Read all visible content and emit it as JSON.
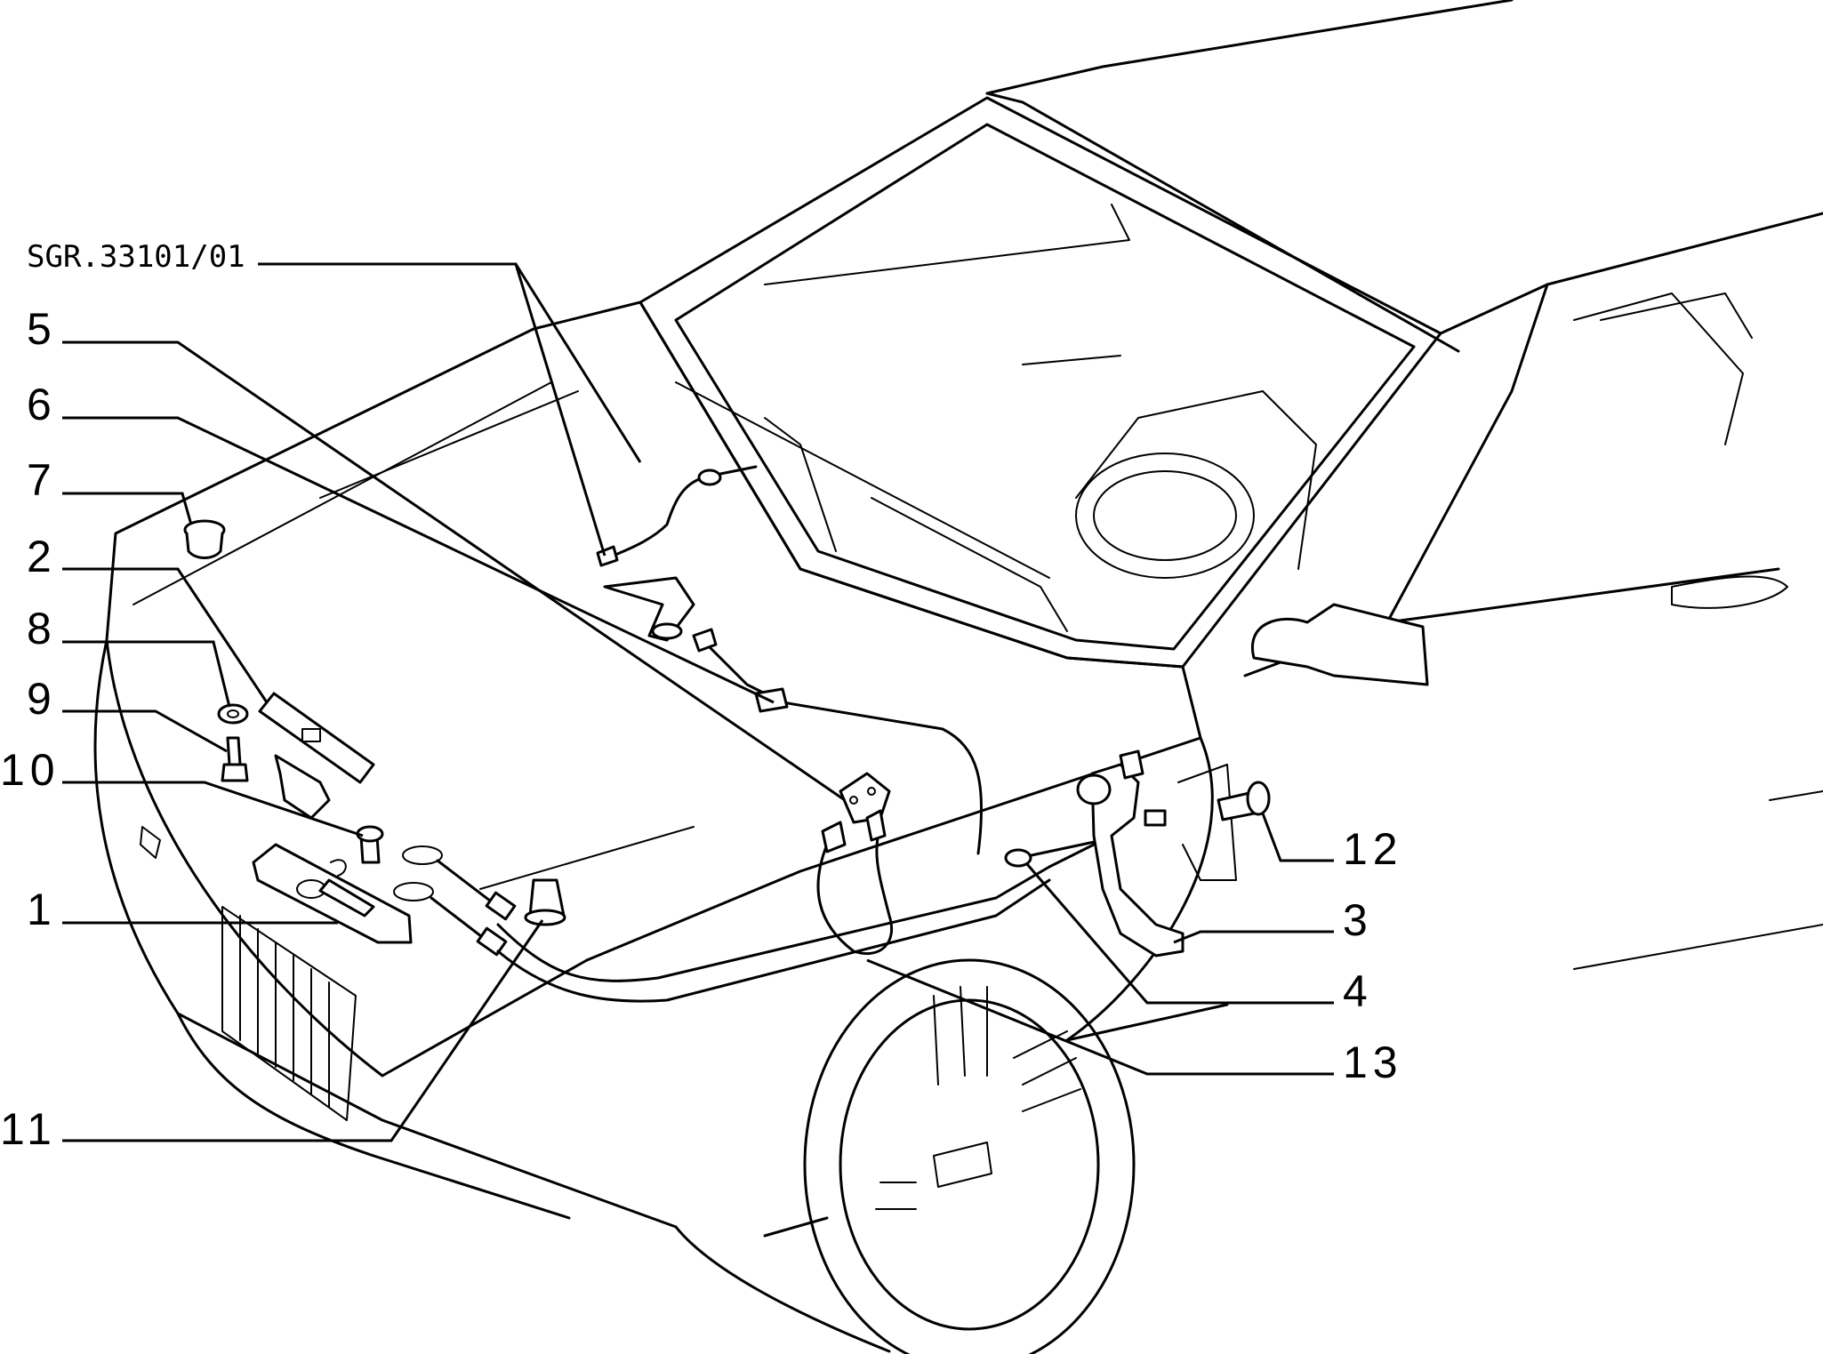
{
  "drawing_code": "SGR.33101/01",
  "callouts": {
    "c1": "1",
    "c2": "2",
    "c3": "3",
    "c4": "4",
    "c5": "5",
    "c6": "6",
    "c7": "7",
    "c8": "8",
    "c9": "9",
    "c10": "10",
    "c11": "11",
    "c12": "12",
    "c13": "13"
  }
}
